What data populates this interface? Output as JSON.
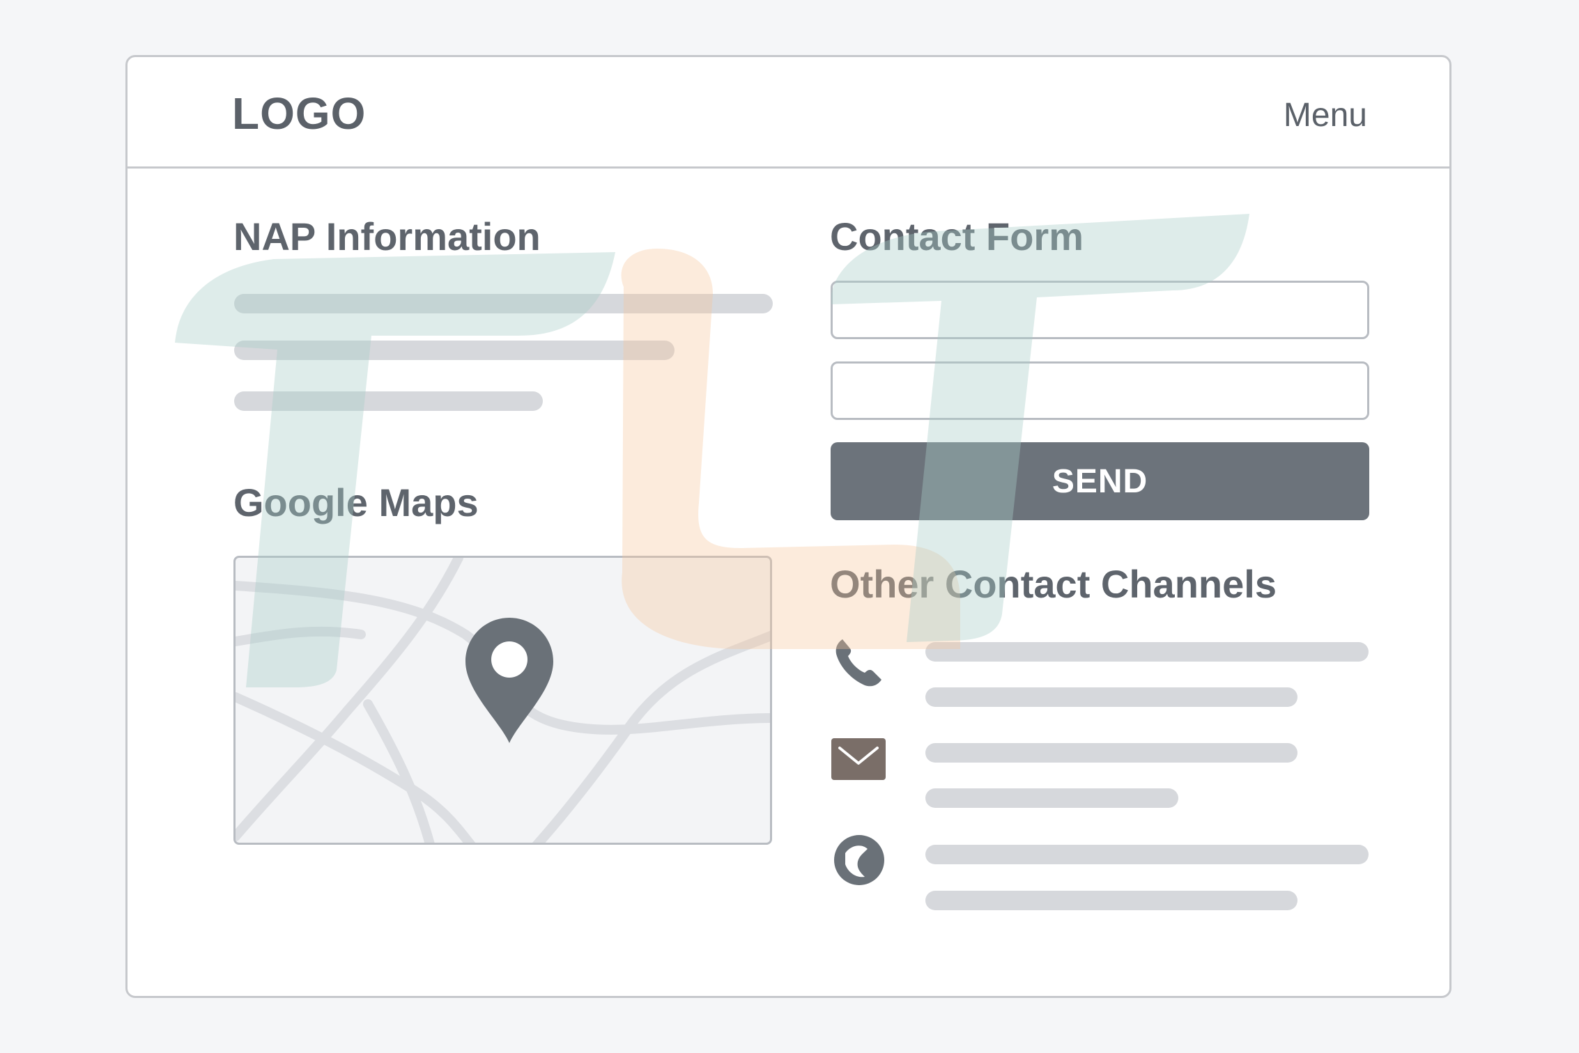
{
  "header": {
    "logo": "LOGO",
    "menu_label": "Menu"
  },
  "nap": {
    "title": "NAP Information"
  },
  "maps": {
    "title": "Google Maps",
    "pin_icon": "map-pin-icon"
  },
  "contact_form": {
    "title": "Contact Form",
    "field1_value": "",
    "field2_value": "",
    "send_label": "SEND"
  },
  "other_channels": {
    "title": "Other Contact Channels",
    "channels": [
      {
        "icon": "phone-icon"
      },
      {
        "icon": "mail-icon"
      },
      {
        "icon": "globe-icon"
      }
    ]
  },
  "colors": {
    "accent_dark": "#6c737b",
    "text": "#5e646c",
    "skeleton": "#d6d8dc",
    "watermark_teal": "#a7cdc8",
    "watermark_orange": "#f6c79a"
  }
}
